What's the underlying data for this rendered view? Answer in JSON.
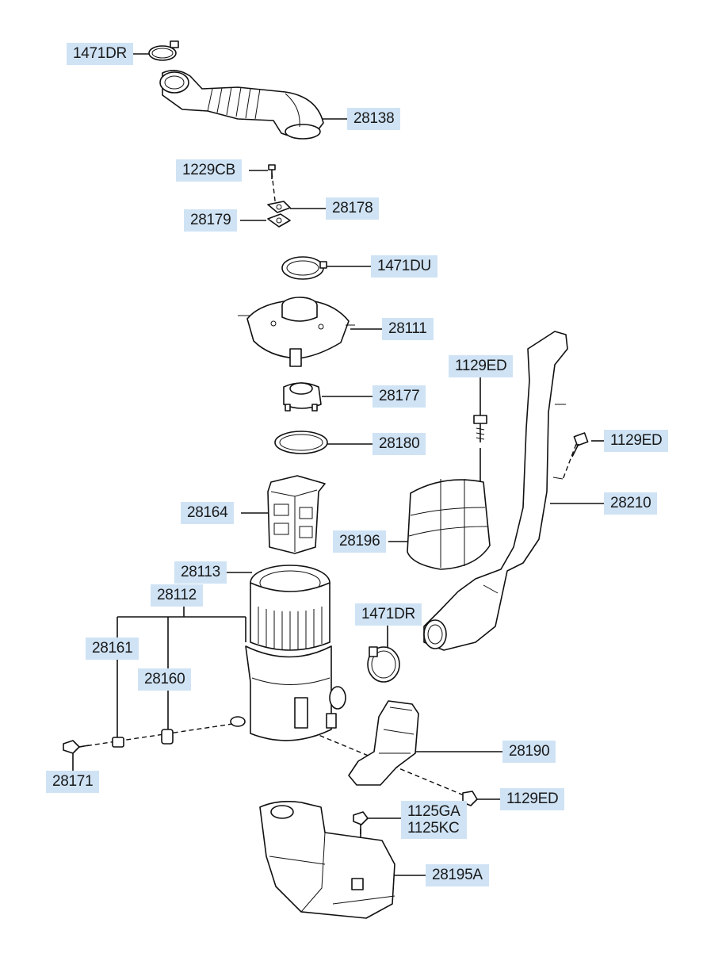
{
  "labels": {
    "l_1471DR_top": "1471DR",
    "l_28138": "28138",
    "l_1229CB": "1229CB",
    "l_28178": "28178",
    "l_28179": "28179",
    "l_1471DU": "1471DU",
    "l_28111": "28111",
    "l_1129ED_top": "1129ED",
    "l_28177": "28177",
    "l_1129ED_right": "1129ED",
    "l_28180": "28180",
    "l_28210": "28210",
    "l_28164": "28164",
    "l_28196": "28196",
    "l_28113": "28113",
    "l_28112": "28112",
    "l_1471DR_mid": "1471DR",
    "l_28161": "28161",
    "l_28160": "28160",
    "l_28190": "28190",
    "l_28171": "28171",
    "l_1129ED_bottom": "1129ED",
    "l_1125GA": "1125GA",
    "l_1125KC": "1125KC",
    "l_28195A": "28195A"
  },
  "colors": {
    "label_bg": "#cfe3f5",
    "line": "#111111",
    "background": "#ffffff"
  }
}
